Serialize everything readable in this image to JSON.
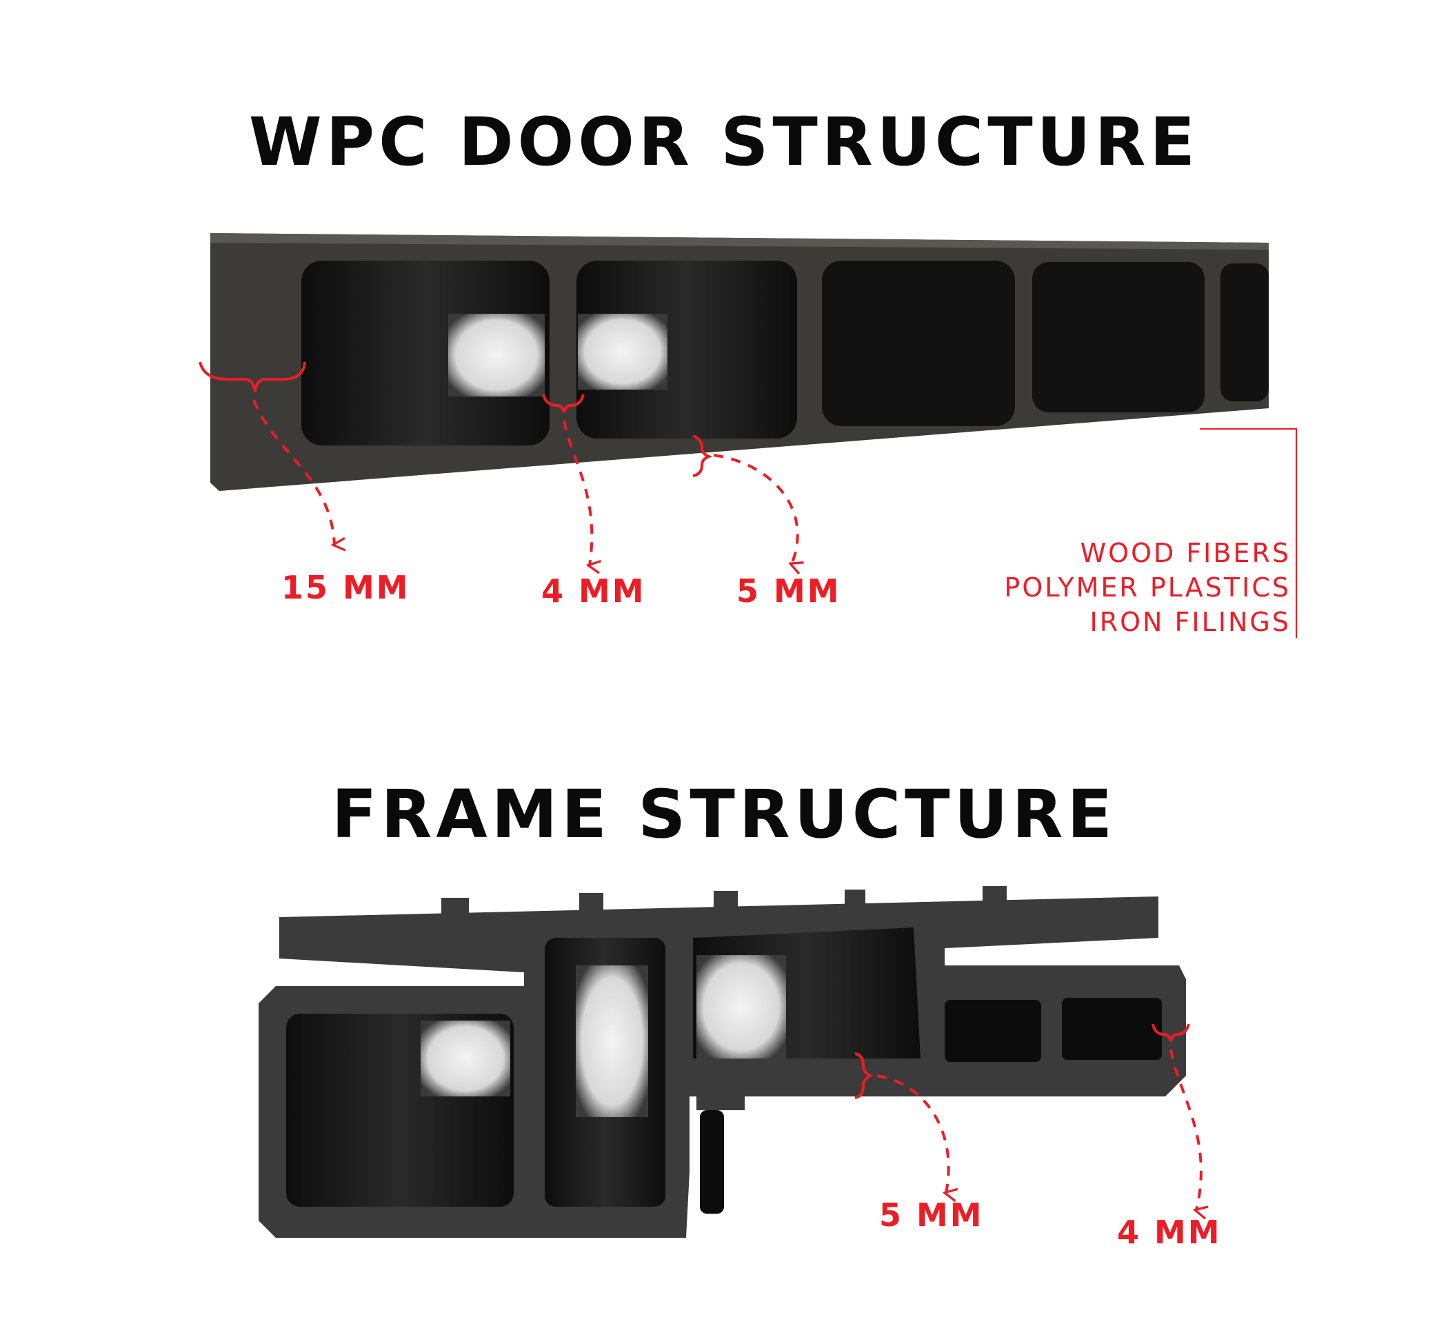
{
  "door": {
    "title": "WPC DOOR STRUCTURE",
    "measurements": [
      "15 MM",
      "4 MM",
      "5 MM"
    ],
    "materials": [
      "WOOD FIBERS",
      "POLYMER PLASTICS",
      "IRON FILINGS"
    ]
  },
  "frame": {
    "title": "FRAME STRUCTURE",
    "measurements": [
      "5 MM",
      "4 MM"
    ]
  },
  "colors": {
    "accent": "#ee1c25",
    "profile": "#3b3b3b",
    "profile_dark": "#141414",
    "title": "#0a0a0a"
  }
}
